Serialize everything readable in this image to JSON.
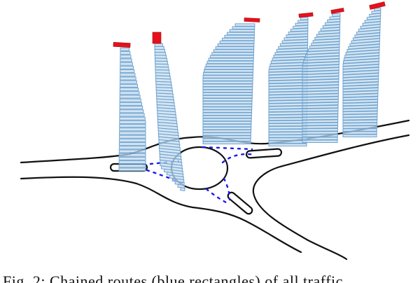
{
  "figure": {
    "type": "space-time trajectory stacks over roundabout map",
    "colors": {
      "route_fill": "#c6dcef",
      "route_stroke": "#6fa3cf",
      "endpoint_marker": "#e8101a",
      "road_outline": "#111111",
      "connector_dots": "#1a1aee"
    },
    "stacks": [
      {
        "id": "west-left",
        "marker": "red-endpoint",
        "path_shape": "straight-then-taper"
      },
      {
        "id": "west-curved",
        "marker": "red-endpoint",
        "path_shape": "curved-diagonal"
      },
      {
        "id": "north-center",
        "marker": "red-endpoint",
        "path_shape": "rounded-shoulder"
      },
      {
        "id": "north-east-1",
        "marker": "red-endpoint",
        "path_shape": "rounded-shoulder"
      },
      {
        "id": "north-east-2",
        "marker": "red-endpoint",
        "path_shape": "rounded-shoulder"
      },
      {
        "id": "north-east-3",
        "marker": "red-endpoint",
        "path_shape": "rounded-shoulder"
      }
    ]
  },
  "caption": {
    "text": "Fig. 2: Chained routes (blue rectangles) of all traffic"
  }
}
